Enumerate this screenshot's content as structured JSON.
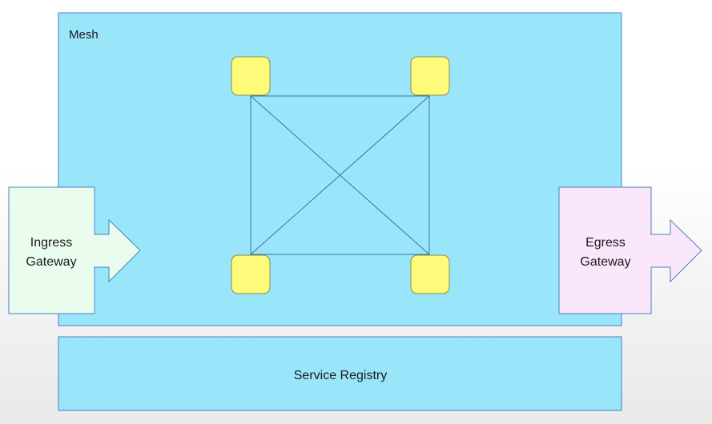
{
  "mesh": {
    "label": "Mesh",
    "fill": "#99e6fb",
    "stroke": "#4a7fc1"
  },
  "nodes": {
    "fill": "#fffb7a",
    "stroke": "#8a8a4a",
    "count": 4
  },
  "ingress": {
    "line1": "Ingress",
    "line2": "Gateway",
    "fill": "#eafcee",
    "stroke": "#4a7fc1"
  },
  "egress": {
    "line1": "Egress",
    "line2": "Gateway",
    "fill": "#fbe7fb",
    "stroke": "#4a7fc1"
  },
  "registry": {
    "label": "Service Registry",
    "fill": "#99e6fb",
    "stroke": "#4a7fc1"
  }
}
